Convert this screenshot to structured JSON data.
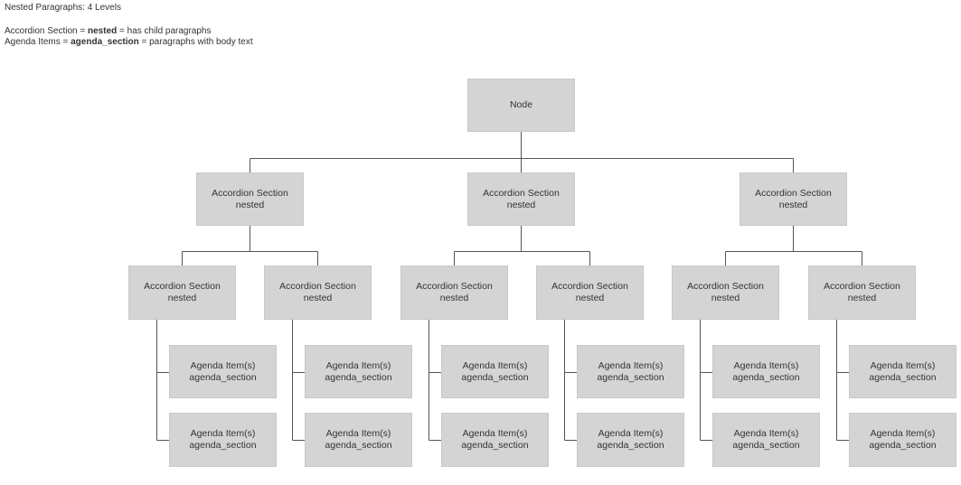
{
  "header": {
    "title": "Nested Paragraphs: 4 Levels",
    "legend": [
      {
        "term": "Accordion Section",
        "sep1": " = ",
        "key": "nested",
        "sep2": " = ",
        "desc": "has child paragraphs"
      },
      {
        "term": "Agenda Items",
        "sep1": " = ",
        "key": "agenda_section",
        "sep2": " = ",
        "desc": "paragraphs with body text"
      }
    ]
  },
  "root": {
    "label": "Node"
  },
  "levels": {
    "accordion": {
      "line1": "Accordion Section",
      "line2": "nested"
    },
    "agenda": {
      "line1": "Agenda Item(s)",
      "line2": "agenda_section"
    }
  },
  "colors": {
    "box": "#d4d4d4",
    "line": "#555555",
    "text": "#333333"
  }
}
